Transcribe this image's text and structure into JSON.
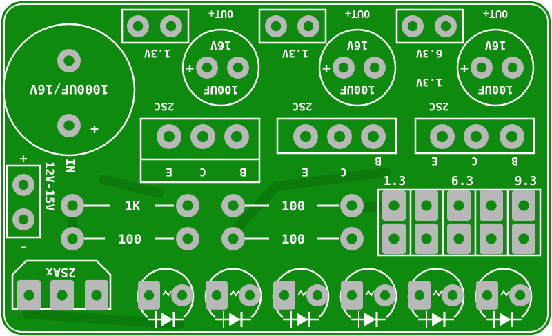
{
  "board": {
    "colors": {
      "background": "#ffffff",
      "copper": "#0e8a0e",
      "trace": "#0b7a0b",
      "silk": "#ffffff",
      "pad_ring": "#b8b8b8",
      "hole": "#0e8a0e"
    }
  },
  "labels": {
    "out1": "OUT+",
    "out2": "OUT+",
    "out3": "OUT+",
    "v1": "1.3V",
    "v2": "1.3V",
    "v3": "6.3V",
    "v4": "1.3V",
    "cap1_voltage": "16V",
    "cap2_voltage": "16V",
    "cap3_voltage": "16V",
    "cap1_value": "100UF",
    "cap2_value": "100UF",
    "cap3_value": "100UF",
    "big_cap": "1000UF/16V",
    "big_cap_plus": "+",
    "transistor1": "2SC",
    "transistor2": "2SC",
    "transistor3": "2SC",
    "pin_e": "E",
    "pin_c": "C",
    "pin_b": "B",
    "jumper1": "1.3",
    "jumper2": "6.3",
    "jumper3": "9.3",
    "r1": "1K",
    "r2": "100",
    "r3": "100",
    "r4": "100",
    "input_label": "IN",
    "input_range": "12V-15V",
    "input_plus": "+",
    "input_minus": "-",
    "regulator": "2SAx",
    "cap_plus": "+"
  }
}
